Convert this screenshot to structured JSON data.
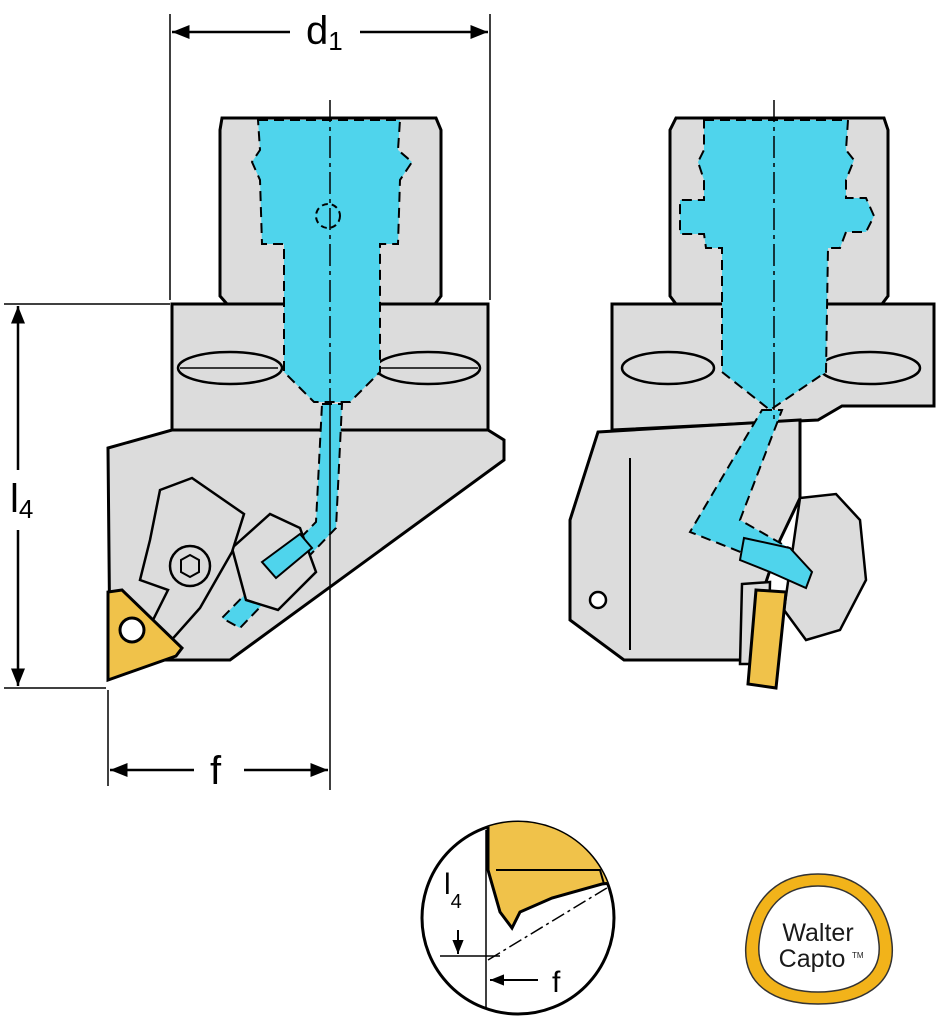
{
  "dimensions": {
    "d1": {
      "main": "d",
      "sub": "1"
    },
    "l4": {
      "main": "l",
      "sub": "4"
    },
    "f": {
      "main": "f"
    }
  },
  "detail": {
    "l4": {
      "main": "l",
      "sub": "4"
    },
    "f": {
      "main": "f"
    }
  },
  "logo": {
    "line1": "Walter",
    "line2": "Capto",
    "trademark": "TM"
  },
  "colors": {
    "body": "#dcdcdc",
    "coolant": "#4fd4ec",
    "insert": "#f0c24a",
    "logo_ring": "#f2b31a",
    "outline": "#000000"
  },
  "icons": [
    "arrow-icon",
    "screw-icon",
    "insert-icon"
  ]
}
